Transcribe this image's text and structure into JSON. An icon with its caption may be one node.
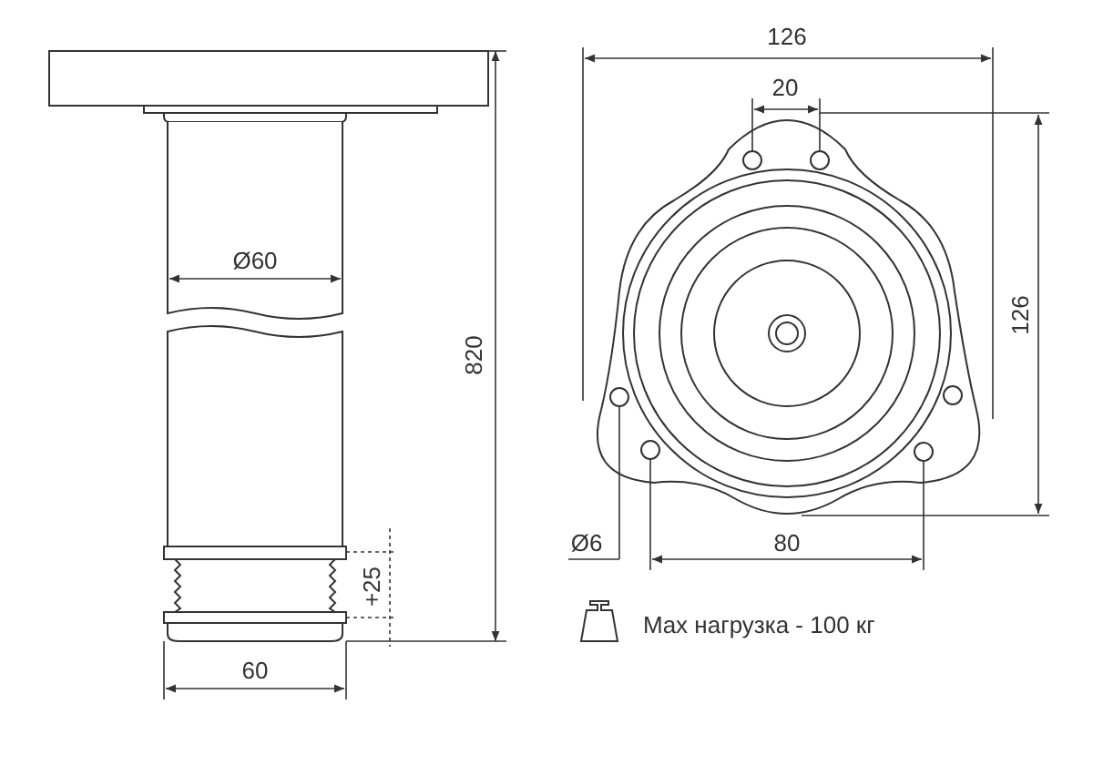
{
  "diagram": {
    "labels": [
      "126",
      "20",
      "Ø60",
      "126",
      "820",
      "Ø6",
      "80",
      "+25",
      "Max нагрузка - 100 кг",
      "60"
    ]
  }
}
